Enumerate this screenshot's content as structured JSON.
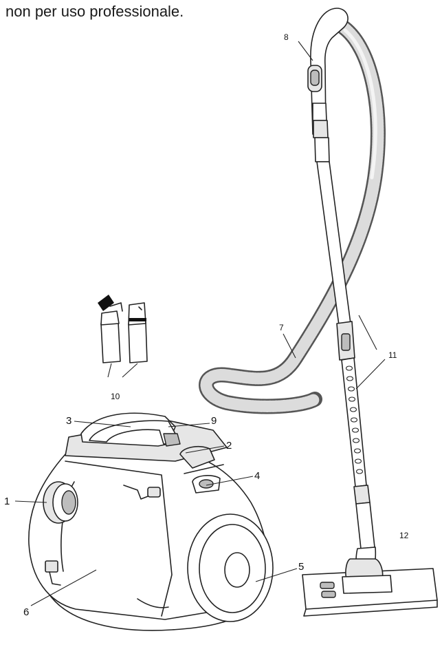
{
  "header_text": "non per uso professionale.",
  "labels": {
    "l1": "1",
    "l2": "2",
    "l3": "3",
    "l4": "4",
    "l5": "5",
    "l6": "6",
    "l7": "7",
    "l8": "8",
    "l9": "9",
    "l10": "10",
    "l11": "11",
    "l12": "12"
  }
}
